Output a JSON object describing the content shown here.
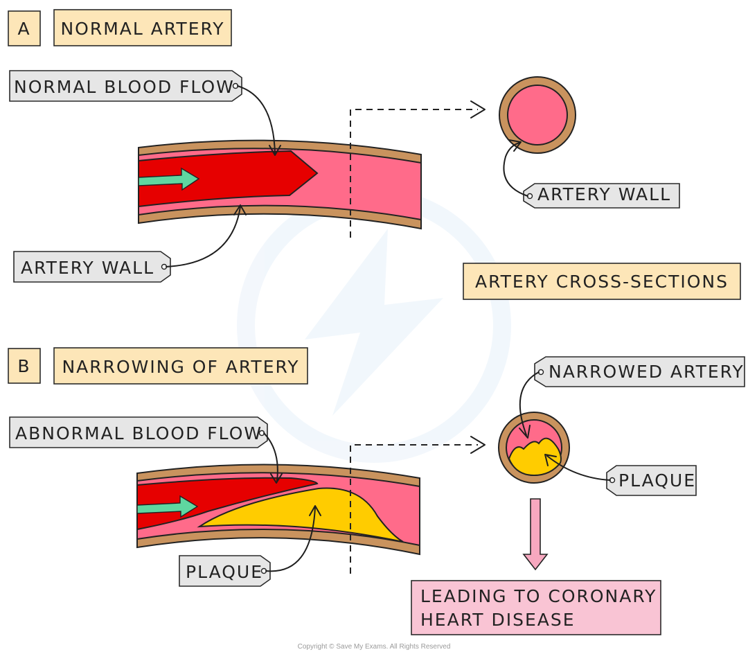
{
  "section_a": {
    "letter": "A",
    "title": "NORMAL ARTERY"
  },
  "section_b": {
    "letter": "B",
    "title": "NARROWING OF ARTERY"
  },
  "labels": {
    "normal_blood_flow": "NORMAL BLOOD FLOW",
    "artery_wall_long": "ARTERY WALL",
    "artery_wall_cross": "ARTERY WALL",
    "cross_sections": "ARTERY CROSS-SECTIONS",
    "abnormal_blood_flow": "ABNORMAL BLOOD FLOW",
    "plaque_long": "PLAQUE",
    "narrowed_artery": "NARROWED ARTERY",
    "plaque_cross": "PLAQUE",
    "outcome_line1": "LEADING TO CORONARY",
    "outcome_line2": "HEART DISEASE"
  },
  "copyright": "Copyright © Save My Exams. All Rights Reserved",
  "colors": {
    "artery_wall": "#c9935e",
    "lumen": "#ff6b8a",
    "blood": "#e60000",
    "arrow": "#5fd6a0",
    "plaque": "#ffcc00",
    "header_box": "#fde6b8",
    "tag_box": "#e6e6e6",
    "outcome_box": "#f9c4d4",
    "down_arrow": "#f7a8bf"
  }
}
